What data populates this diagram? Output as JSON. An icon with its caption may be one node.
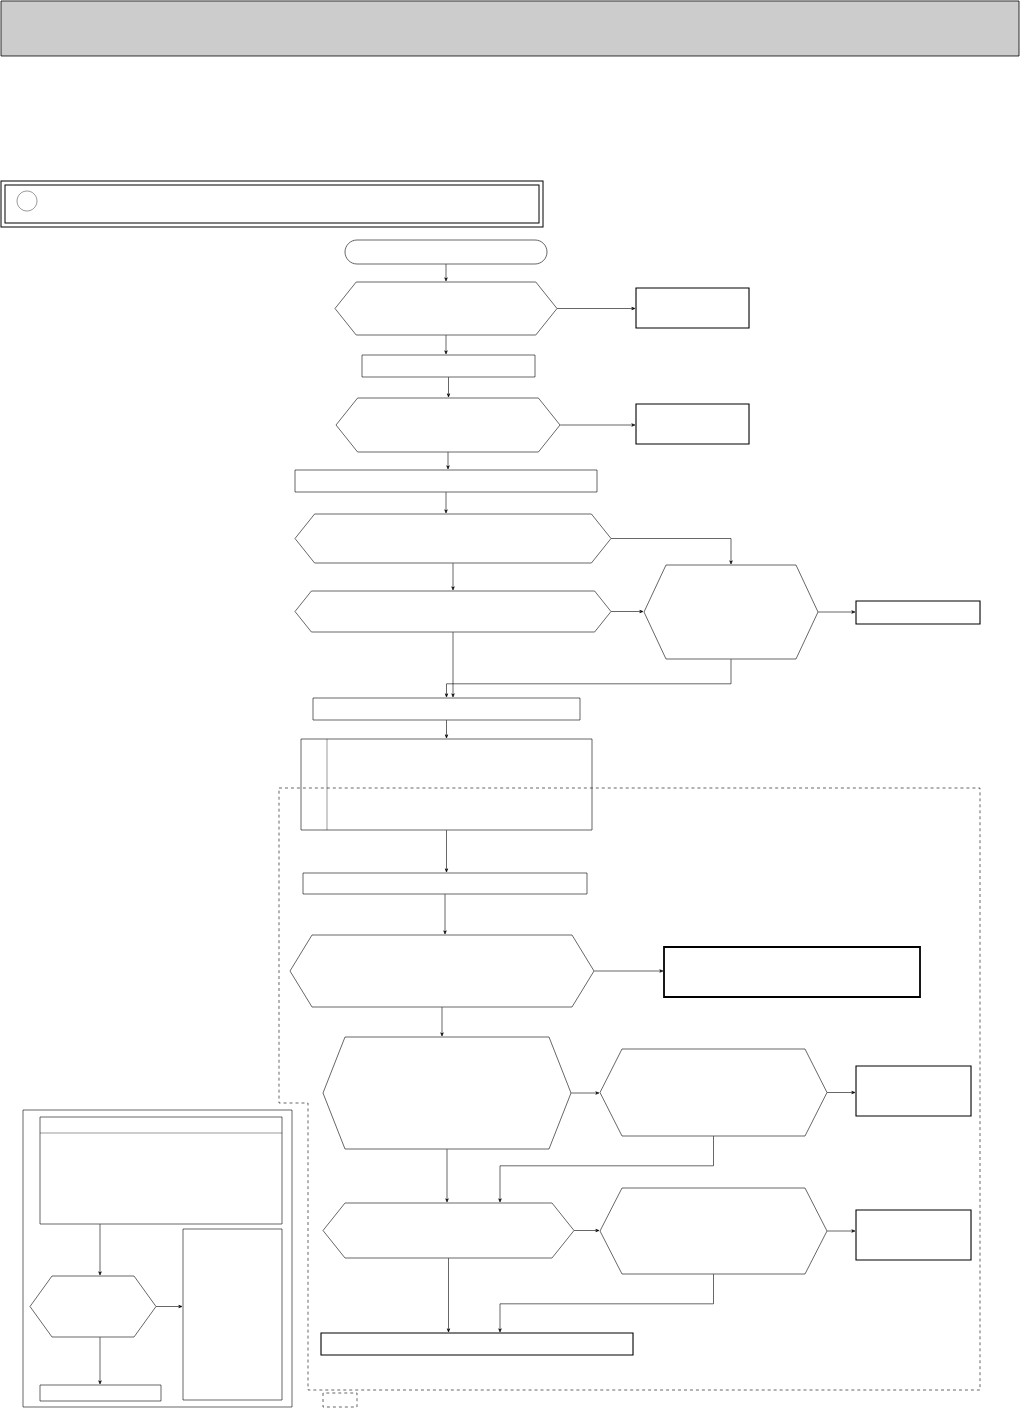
{
  "diagram": {
    "nodes": [
      {
        "text": [],
        "shape": "terminal"
      },
      {
        "text": [],
        "shape": "hexagon"
      },
      {
        "text": [],
        "shape": "box"
      },
      {
        "text": [],
        "shape": "box"
      },
      {
        "text": [],
        "shape": "hexagon"
      },
      {
        "text": [],
        "shape": "box"
      },
      {
        "text": [],
        "shape": "box"
      },
      {
        "text": [],
        "shape": "hexagon"
      },
      {
        "text": [],
        "shape": "hexagon"
      },
      {
        "text": [],
        "shape": "hexagon"
      },
      {
        "text": [],
        "shape": "box"
      },
      {
        "text": [],
        "shape": "box"
      },
      {
        "text": [],
        "shape": "box"
      },
      {
        "text": [],
        "shape": "box"
      },
      {
        "text": [],
        "shape": "hexagon"
      },
      {
        "text": [],
        "shape": "box"
      },
      {
        "text": [],
        "shape": "hexagon"
      },
      {
        "text": [],
        "shape": "hexagon"
      },
      {
        "text": [],
        "shape": "box"
      },
      {
        "text": [],
        "shape": "hexagon"
      },
      {
        "text": [],
        "shape": "hexagon"
      },
      {
        "text": [],
        "shape": "box"
      },
      {
        "text": [],
        "shape": "box"
      },
      {
        "text": [],
        "shape": "box"
      },
      {
        "text": [],
        "shape": "box",
        "in": 23
      },
      {
        "text": [],
        "shape": "hexagon",
        "in": 23
      },
      {
        "text": [],
        "shape": "box",
        "in": 23
      },
      {
        "text": [],
        "shape": "box",
        "in": 23
      }
    ],
    "edges": [
      {
        "from": 0,
        "to": 1,
        "arrow": "to"
      },
      {
        "from": 1,
        "to": 2,
        "arrow": "to"
      },
      {
        "from": 1,
        "to": 3,
        "arrow": "to"
      },
      {
        "from": 3,
        "to": 4,
        "arrow": "to"
      },
      {
        "from": 4,
        "to": 5,
        "arrow": "to"
      },
      {
        "from": 4,
        "to": 6,
        "arrow": "to"
      },
      {
        "from": 6,
        "to": 7,
        "arrow": "to"
      },
      {
        "from": 7,
        "to": 9,
        "arrow": "to"
      },
      {
        "from": 7,
        "to": 8,
        "arrow": "to"
      },
      {
        "from": 8,
        "to": 9,
        "arrow": "to"
      },
      {
        "from": 9,
        "to": 10,
        "arrow": "to"
      },
      {
        "from": 8,
        "to": 11,
        "arrow": "to"
      },
      {
        "from": 9,
        "to": 11,
        "arrow": "to"
      },
      {
        "from": 11,
        "to": 12,
        "arrow": "to"
      },
      {
        "from": 12,
        "to": 13,
        "arrow": "to"
      },
      {
        "from": 13,
        "to": 14,
        "arrow": "to"
      },
      {
        "from": 14,
        "to": 15,
        "arrow": "to"
      },
      {
        "from": 14,
        "to": 16,
        "arrow": "to"
      },
      {
        "from": 16,
        "to": 17,
        "arrow": "to"
      },
      {
        "from": 17,
        "to": 18,
        "arrow": "to"
      },
      {
        "from": 16,
        "to": 19,
        "arrow": "to"
      },
      {
        "from": 17,
        "to": 19,
        "arrow": "to"
      },
      {
        "from": 19,
        "to": 20,
        "arrow": "to"
      },
      {
        "from": 20,
        "to": 21,
        "arrow": "to"
      },
      {
        "from": 19,
        "to": 22,
        "arrow": "to"
      },
      {
        "from": 20,
        "to": 22,
        "arrow": "to"
      },
      {
        "from": 24,
        "to": 25,
        "arrow": "to"
      },
      {
        "from": 25,
        "to": 26,
        "arrow": "to"
      },
      {
        "from": 25,
        "to": 27,
        "arrow": "to"
      }
    ]
  }
}
